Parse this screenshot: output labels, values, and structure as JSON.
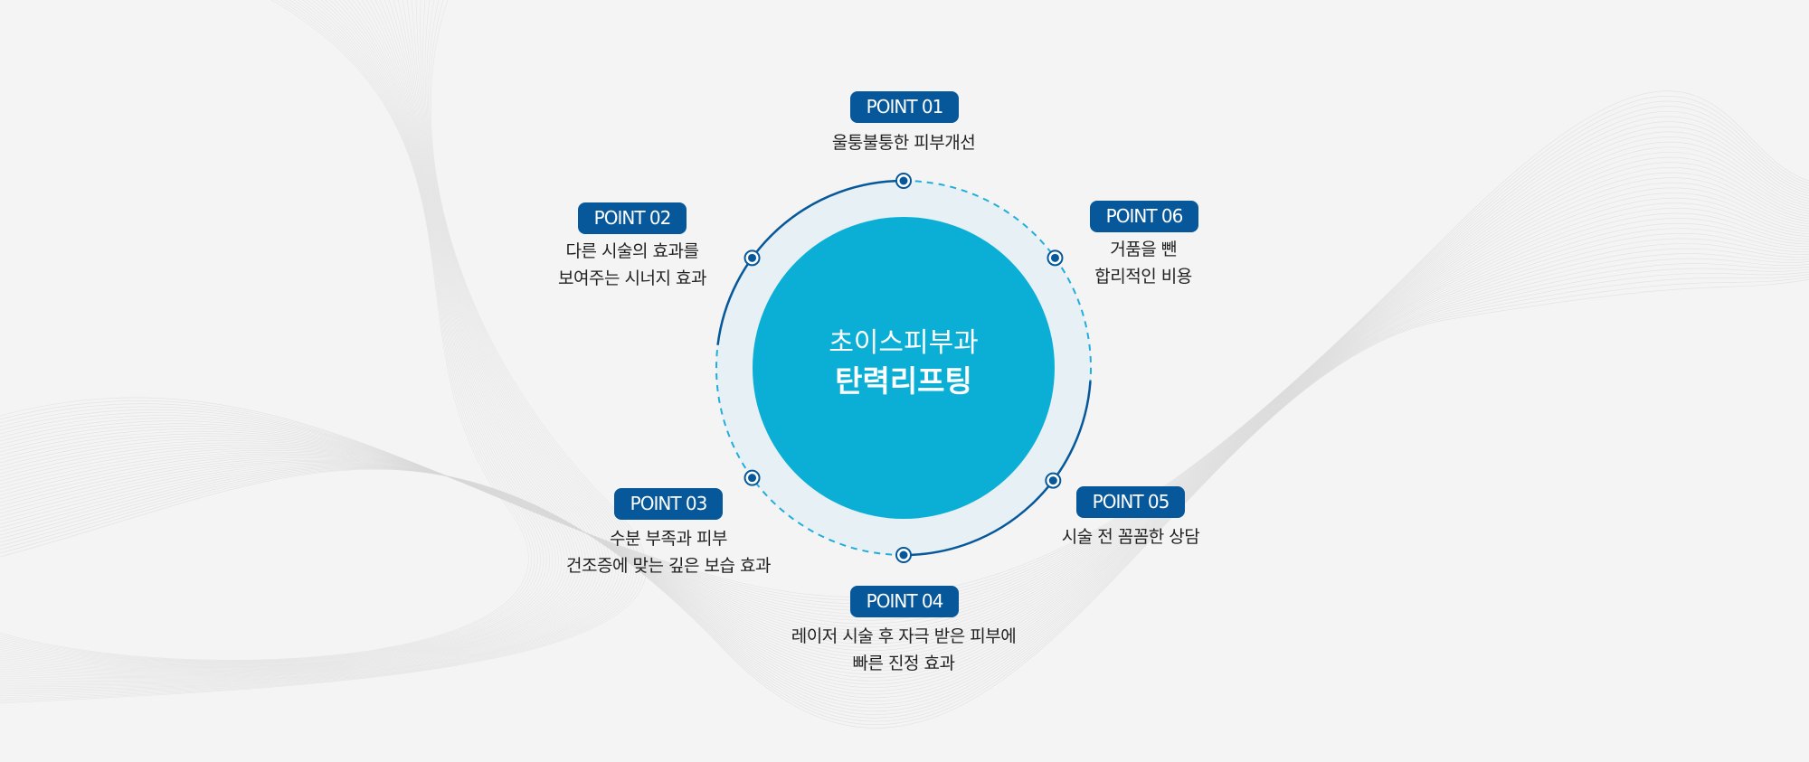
{
  "center": {
    "line1": "초이스피부과",
    "line2": "탄력리프팅"
  },
  "points": [
    {
      "label": "POINT 01",
      "lines": [
        "울퉁불퉁한 피부개선"
      ]
    },
    {
      "label": "POINT 02",
      "lines": [
        "다른 시술의 효과를",
        "보여주는 시너지 효과"
      ]
    },
    {
      "label": "POINT 03",
      "lines": [
        "수분 부족과 피부",
        "건조증에 맞는 깊은 보습 효과"
      ]
    },
    {
      "label": "POINT 04",
      "lines": [
        "레이저 시술 후 자극 받은 피부에",
        "빠른 진정 효과"
      ]
    },
    {
      "label": "POINT 05",
      "lines": [
        "시술 전 꼼꼼한 상담"
      ]
    },
    {
      "label": "POINT 06",
      "lines": [
        "거품을 뺀",
        "합리적인 비용"
      ]
    }
  ],
  "colors": {
    "badge": "#06589a",
    "core": "#0bafd6",
    "ring": "#e3eff4",
    "dash": "#22aedb"
  }
}
